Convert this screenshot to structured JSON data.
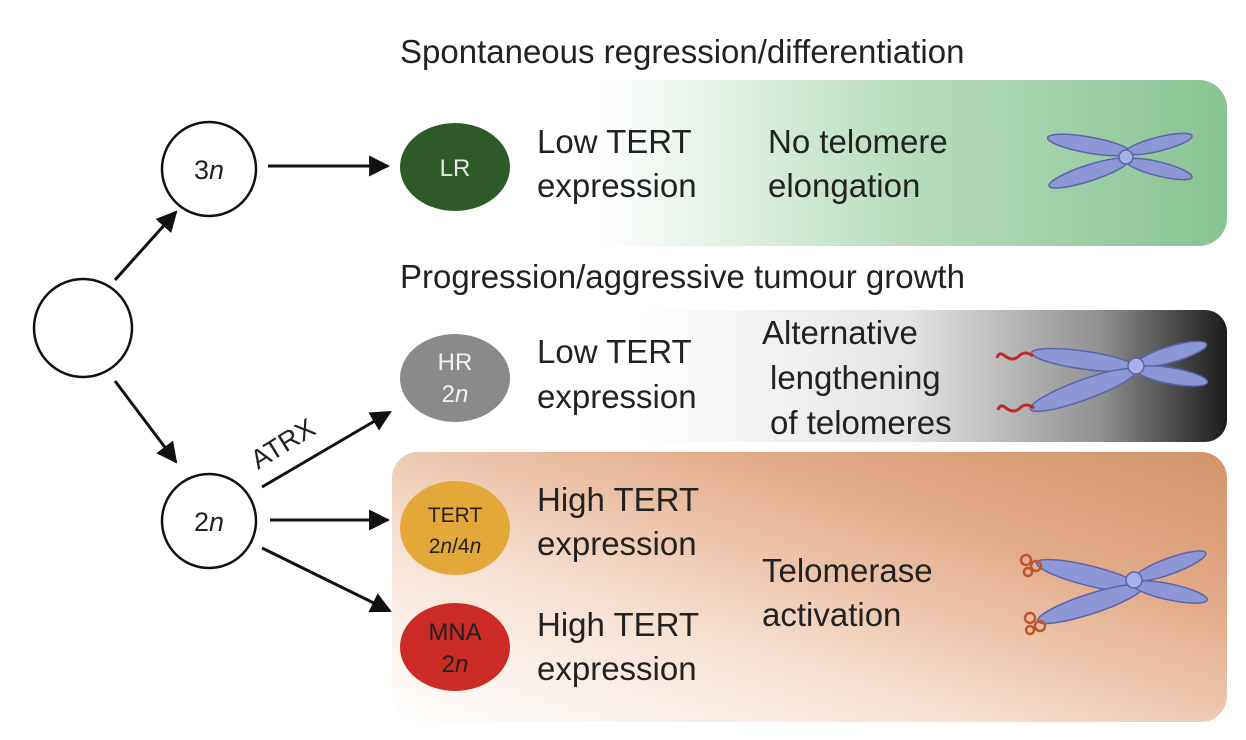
{
  "headers": {
    "spontaneous": "Spontaneous regression/differentiation",
    "progression": "Progression/aggressive tumour growth"
  },
  "nodes": {
    "origin": "",
    "triploid": {
      "number": "3",
      "italic": "n"
    },
    "diploid": {
      "number": "2",
      "italic": "n"
    }
  },
  "arrow_labels": {
    "atrx": "ATRX"
  },
  "subgroups": {
    "lr": {
      "line1": "LR",
      "color": "#2e5a2a"
    },
    "hr": {
      "line1": "HR",
      "line2_num": "2",
      "line2_italic": "n",
      "color": "#8a8a8a"
    },
    "tert": {
      "line1": "TERT",
      "line2_a": "2",
      "line2_b": "n",
      "line2_c": "/4",
      "line2_d": "n",
      "color": "#e3a73a"
    },
    "mna": {
      "line1": "MNA",
      "line2_num": "2",
      "line2_italic": "n",
      "color": "#cc2a25"
    }
  },
  "expression": {
    "lr": [
      "Low TERT",
      "expression"
    ],
    "hr": [
      "Low TERT",
      "expression"
    ],
    "tert": [
      "High TERT",
      "expression"
    ],
    "mna": [
      "High TERT",
      "expression"
    ]
  },
  "outcomes": {
    "no_elongation": [
      "No telomere",
      "elongation"
    ],
    "alt": [
      "Alternative",
      "lengthening",
      "of telomeres"
    ],
    "telomerase": [
      "Telomerase",
      "activation"
    ]
  },
  "colors": {
    "green_panel": "#8fc79a",
    "grey_panel": "#222222",
    "orange_panel": "#d99a72",
    "chromosome": "#8e97d6",
    "alt_tail": "#c0282a",
    "telomerase": "#c0542a"
  }
}
